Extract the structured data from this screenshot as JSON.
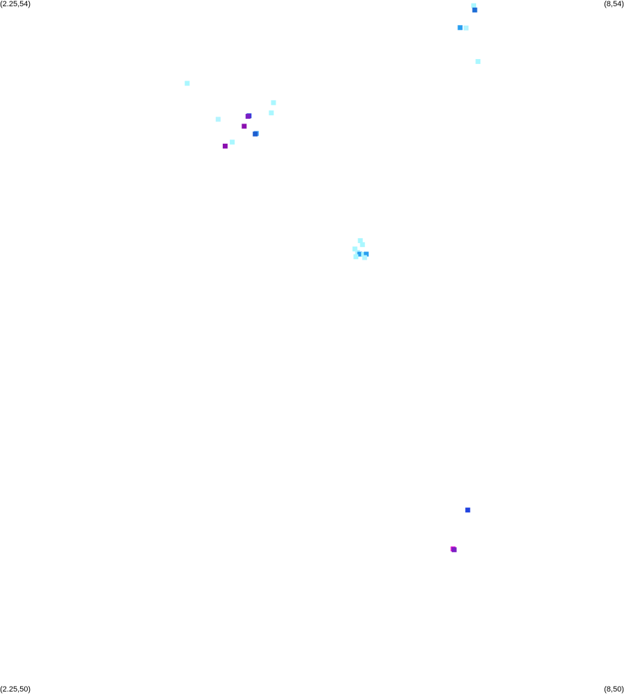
{
  "corners": {
    "top_left": "(2.25,54)",
    "top_right": "(8,54)",
    "bottom_left": "(2.25,50)",
    "bottom_right": "(8,50)"
  },
  "extent": {
    "lon_min": 2.25,
    "lon_max": 8,
    "lat_min": 50,
    "lat_max": 54
  },
  "chart_data": {
    "type": "scatter",
    "xlim": [
      2.25,
      8
    ],
    "ylim": [
      50,
      54
    ],
    "grid": false,
    "points": [
      {
        "x": 6.615,
        "y": 53.967,
        "color": "#aaf7ff"
      },
      {
        "x": 6.625,
        "y": 53.942,
        "color": "#1e6ed6"
      },
      {
        "x": 6.49,
        "y": 53.84,
        "color": "#2a9ff0"
      },
      {
        "x": 6.545,
        "y": 53.838,
        "color": "#b4f4ff"
      },
      {
        "x": 6.655,
        "y": 53.644,
        "color": "#aaf7ff"
      },
      {
        "x": 3.975,
        "y": 53.518,
        "color": "#aaf7ff"
      },
      {
        "x": 4.77,
        "y": 53.406,
        "color": "#aaf7ff"
      },
      {
        "x": 4.75,
        "y": 53.347,
        "color": "#aaf7ff"
      },
      {
        "x": 4.26,
        "y": 53.31,
        "color": "#b4f4ff"
      },
      {
        "x": 4.545,
        "y": 53.33,
        "color": "#2244e0"
      },
      {
        "x": 4.535,
        "y": 53.327,
        "color": "#7b1fc4"
      },
      {
        "x": 4.5,
        "y": 53.27,
        "color": "#8b10b0"
      },
      {
        "x": 4.612,
        "y": 53.228,
        "color": "#4aa8f5"
      },
      {
        "x": 4.602,
        "y": 53.225,
        "color": "#1e5ed0"
      },
      {
        "x": 4.39,
        "y": 53.178,
        "color": "#aaf7ff"
      },
      {
        "x": 4.325,
        "y": 53.155,
        "color": "#8b10b0"
      },
      {
        "x": 5.57,
        "y": 52.608,
        "color": "#aaf7ff"
      },
      {
        "x": 5.59,
        "y": 52.585,
        "color": "#aaf7ff"
      },
      {
        "x": 5.52,
        "y": 52.56,
        "color": "#aaf7ff"
      },
      {
        "x": 5.545,
        "y": 52.54,
        "color": "#b4f4ff"
      },
      {
        "x": 5.565,
        "y": 52.53,
        "color": "#2a9ff0"
      },
      {
        "x": 5.53,
        "y": 52.515,
        "color": "#aaf7ff"
      },
      {
        "x": 5.6,
        "y": 52.528,
        "color": "#aaf7ff"
      },
      {
        "x": 5.625,
        "y": 52.53,
        "color": "#2a9ff0"
      },
      {
        "x": 5.61,
        "y": 52.51,
        "color": "#b4f4ff"
      },
      {
        "x": 6.56,
        "y": 51.05,
        "color": "#2244e0"
      },
      {
        "x": 6.425,
        "y": 50.825,
        "color": "#e010d0"
      },
      {
        "x": 6.435,
        "y": 50.82,
        "color": "#7b1fc4"
      }
    ]
  }
}
